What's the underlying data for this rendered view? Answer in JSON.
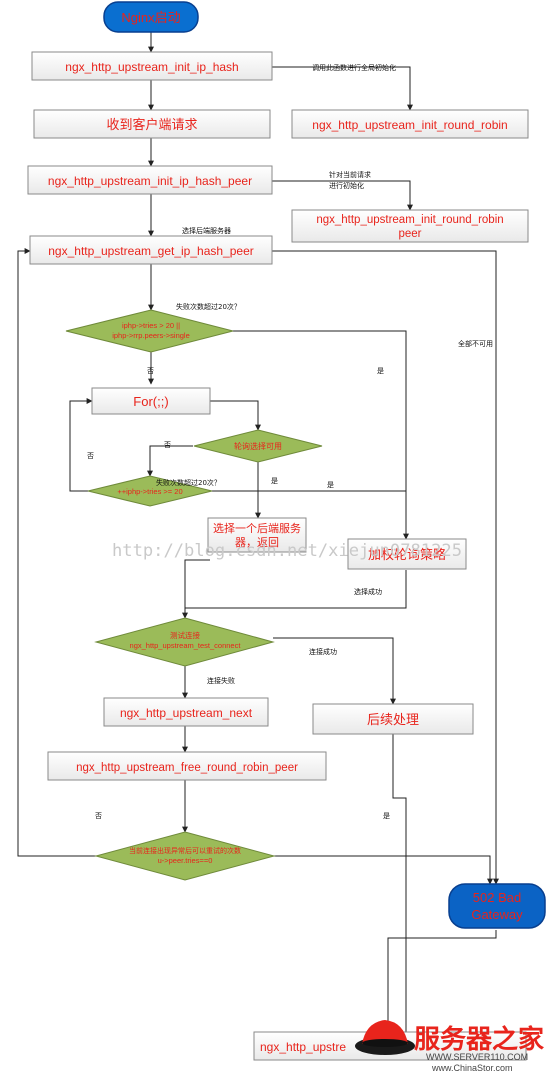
{
  "colors": {
    "start_fill": "#0a6fd0",
    "start_stroke": "#083f8f",
    "start_text": "#e8241c",
    "process_text": "#e8241c",
    "decision_fill": "#9bbb59",
    "decision_text": "#e8241c",
    "end_fill": "#0b63c5",
    "brand": "#e8241c"
  },
  "nodes": {
    "start": "Nginx启动",
    "init_ip_hash": "ngx_http_upstream_init_ip_hash",
    "init_round_robin_1": "ngx_http_upstream_init_round_robin",
    "receive_request": "收到客户端请求",
    "init_ip_hash_peer": "ngx_http_upstream_init_ip_hash_peer",
    "init_round_robin_peer_1": "ngx_http_upstream_init_round_robin",
    "init_round_robin_peer_2": "peer",
    "get_ip_hash_peer": "ngx_http_upstream_get_ip_hash_peer",
    "decision_tries_1": "iphp->tries > 20 ||",
    "decision_tries_2": "iphp->rrp.peers->single",
    "for_loop": "For(;;)",
    "decision_select": "轮询选择可用",
    "decision_loop_tries": "++iphp->tries >= 20",
    "select_server_1": "选择一个后端服务",
    "select_server_2": "器，返回",
    "weighted_rr": "加权轮询策略",
    "decision_connect_1": "测试连接",
    "decision_connect_2": "ngx_http_upstream_test_connect",
    "upstream_next": "ngx_http_upstream_next",
    "post_process": "后续处理",
    "free_rr_peer": "ngx_http_upstream_free_round_robin_peer",
    "decision_retry_1": "当前连接出现异常后可以重试的次数",
    "decision_retry_2": "u->peer.tries==0",
    "bad_gateway_1": "502 Bad",
    "bad_gateway_2": "Gateway",
    "bottom_node": "ngx_http_upstre"
  },
  "labels": {
    "call_global_init": "调用此函数进行全局初始化",
    "per_request_1": "针对当前请求",
    "per_request_2": "进行初始化",
    "select_backend": "选择后端服务器",
    "fail_over_20": "失败次数超过20次？",
    "all_unavailable": "全部不可用",
    "yes_1": "是",
    "no_1": "否",
    "no_loop": "否",
    "no_select": "否",
    "fail_over_20_loop": "失败次数超过20次？",
    "yes_select": "是",
    "yes_loop": "是",
    "select_success": "选择成功",
    "connect_success": "连接成功",
    "connect_fail": "连接失败",
    "no_retry": "否",
    "yes_retry": "是"
  },
  "watermark": "http://blog.csdn.net/xiejun0781225",
  "brand": {
    "title": "服务器之家",
    "line1": "WWW.SERVER110.COM",
    "line2": "www.ChinaStor.com"
  }
}
